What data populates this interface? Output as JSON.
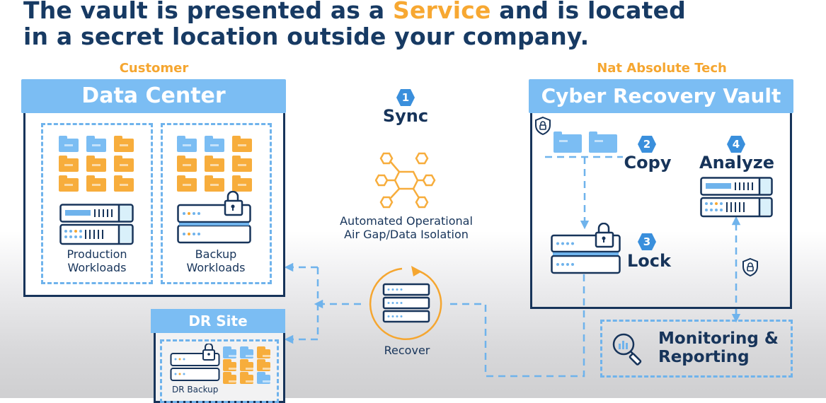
{
  "headline": {
    "line1_pre": "The vault is presented as a ",
    "line1_highlight": "Service",
    "line1_post": " and is located",
    "line2": "in a secret location outside your company."
  },
  "colors": {
    "navy": "#17345a",
    "accent_orange": "#f7a832",
    "panel_blue": "#7bbdf3",
    "dash_blue": "#6fb3ec"
  },
  "customer": {
    "owner_label": "Customer",
    "title": "Data Center",
    "production_label_1": "Production",
    "production_label_2": "Workloads",
    "backup_label_1": "Backup",
    "backup_label_2": "Workloads"
  },
  "dr_site": {
    "title": "DR Site",
    "backup_label": "DR Backup"
  },
  "middle": {
    "step1_number": "1",
    "step1_title": "Sync",
    "airgap_line1": "Automated Operational",
    "airgap_line2": "Air Gap/Data Isolation",
    "recover_label": "Recover"
  },
  "vault": {
    "owner_label": "Nat Absolute Tech",
    "title": "Cyber Recovery Vault",
    "step2_number": "2",
    "step2_title": "Copy",
    "step3_number": "3",
    "step3_title": "Lock",
    "step4_number": "4",
    "step4_title": "Analyze"
  },
  "monitoring": {
    "line1": "Monitoring &",
    "line2": "Reporting"
  }
}
